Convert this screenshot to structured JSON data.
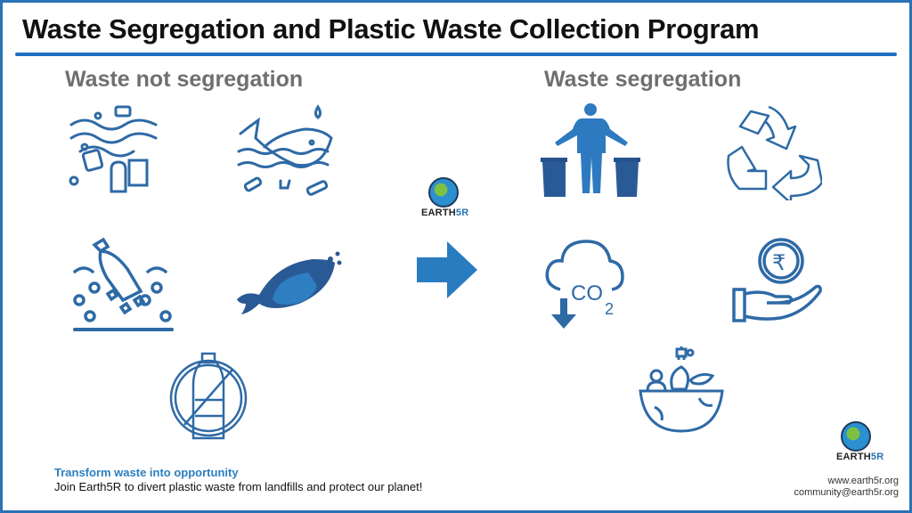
{
  "header": {
    "title": "Waste Segregation and Plastic Waste Collection Program"
  },
  "left_section": {
    "heading": "Waste not segregation",
    "icons": [
      "ocean-debris-icon",
      "whale-plastic-icon",
      "bottle-microplastics-icon",
      "fish-plastic-icon",
      "no-plastic-bottle-icon"
    ]
  },
  "center": {
    "logo": {
      "name_prefix": "EARTH",
      "name_suffix": "5R"
    },
    "arrow": "right-arrow-icon"
  },
  "right_section": {
    "heading": "Waste segregation",
    "icons": [
      "person-sorting-bins-icon",
      "recycle-icon",
      "co2-reduction-icon",
      "rupee-hand-icon",
      "ecosystem-bowl-icon"
    ]
  },
  "footer": {
    "tagline": "Transform waste into opportunity",
    "text": "Join Earth5R to divert plastic waste from landfills and protect our planet!",
    "logo": {
      "name_prefix": "EARTH",
      "name_suffix": "5R"
    },
    "website": "www.earth5r.org",
    "email": "community@earth5r.org"
  },
  "colors": {
    "accent": "#2a73b5",
    "icon_blue": "#2e6aa6",
    "heading_gray": "#6f6f6f"
  }
}
